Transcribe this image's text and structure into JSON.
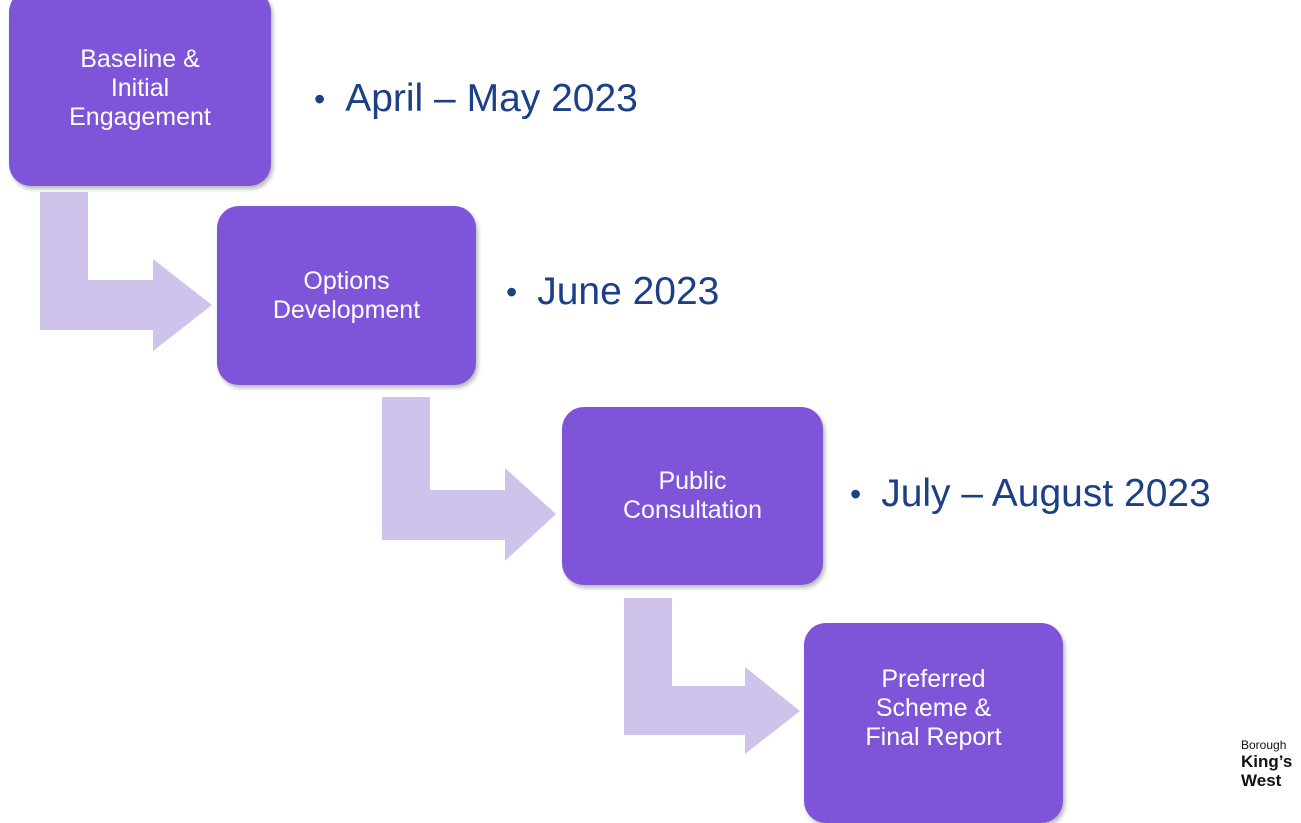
{
  "steps": [
    {
      "label": "Baseline &\nInitial\nEngagement",
      "date": "April – May 2023"
    },
    {
      "label": "Options\nDevelopment",
      "date": "June 2023"
    },
    {
      "label": "Public\nConsultation",
      "date": "July – August 2023"
    },
    {
      "label": "Preferred\nScheme &\nFinal Report",
      "date": ""
    }
  ],
  "bullet_glyph": "•",
  "logo": {
    "line1": "Borough",
    "line2": "King’s",
    "line3": "West"
  },
  "colors": {
    "box_fill": "#7e55d8",
    "arrow_fill": "#cfc3ec",
    "date_text": "#1d3f86",
    "box_text": "#ffffff"
  }
}
